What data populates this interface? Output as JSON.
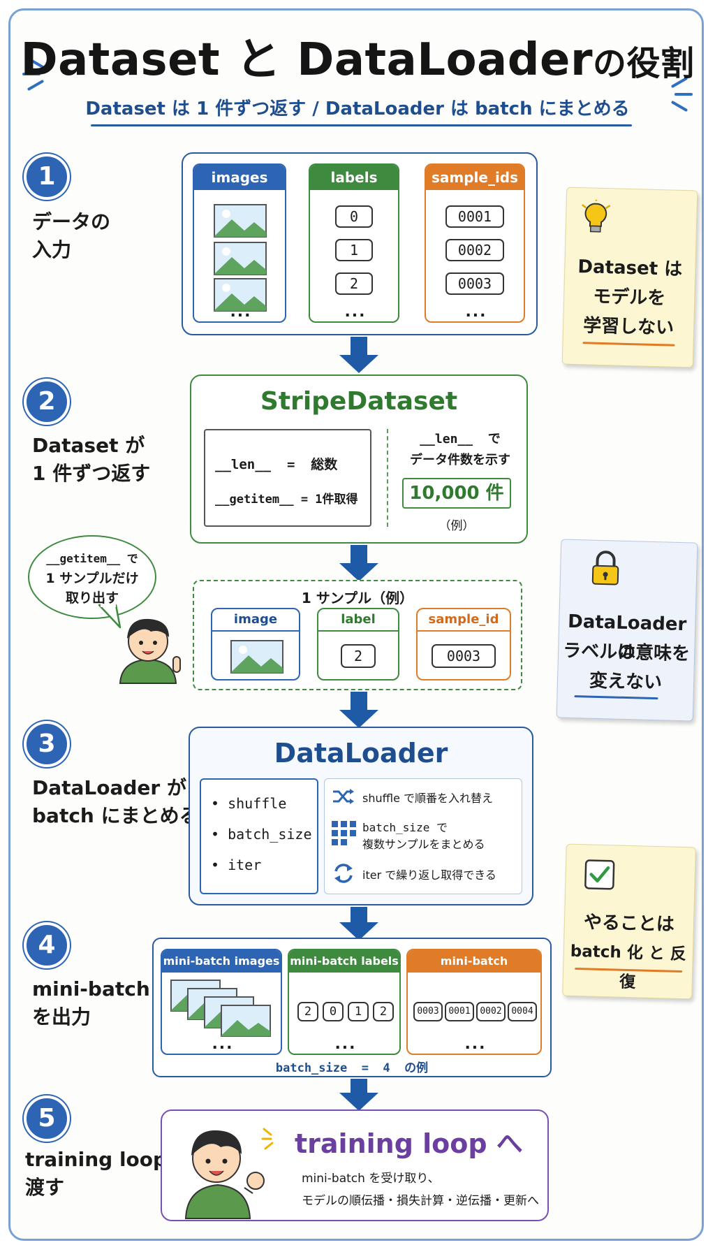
{
  "title": {
    "main": "Dataset と DataLoader",
    "suffix": "の役割"
  },
  "subtitle": "Dataset は 1 件ずつ返す / DataLoader は batch にまとめる",
  "steps": [
    {
      "num": "1",
      "label": "データの\n入力"
    },
    {
      "num": "2",
      "label": "Dataset が\n1 件ずつ返す"
    },
    {
      "num": "3",
      "label": "DataLoader が\nbatch にまとめる"
    },
    {
      "num": "4",
      "label": "mini-batch\nを出力"
    },
    {
      "num": "5",
      "label": "training loop へ\n渡す"
    }
  ],
  "input": {
    "images_header": "images",
    "labels_header": "labels",
    "ids_header": "sample_ids",
    "labels": [
      "0",
      "1",
      "2"
    ],
    "ids": [
      "0001",
      "0002",
      "0003"
    ],
    "ellipsis": "..."
  },
  "dataset": {
    "title": "StripeDataset",
    "len_line": "__len__  =  総数",
    "getitem_line": "__getitem__ = 1件取得",
    "side_line1": "__len__  で",
    "side_line2": "データ件数を示す",
    "count": "10,000 件",
    "example": "（例）"
  },
  "bubble": {
    "line1": "__getitem__ で",
    "line2": "1 サンプルだけ",
    "line3": "取り出す"
  },
  "sample": {
    "title": "1 サンプル（例）",
    "image_header": "image",
    "label_header": "label",
    "id_header": "sample_id",
    "label_value": "2",
    "id_value": "0003"
  },
  "dataloader": {
    "title": "DataLoader",
    "items": [
      "• shuffle",
      "• batch_size",
      "• iter"
    ],
    "desc_shuffle": "shuffle で順番を入れ替え",
    "desc_batch1": "batch_size で",
    "desc_batch2": "複数サンプルをまとめる",
    "desc_iter": "iter で繰り返し取得できる"
  },
  "minibatch": {
    "images_header": "mini-batch images",
    "labels_header": "mini-batch labels",
    "ids_header": "mini-batch sample_ids",
    "labels": [
      "2",
      "0",
      "1",
      "2"
    ],
    "ids": [
      "0003",
      "0001",
      "0002",
      "0004"
    ],
    "caption": "batch_size  =  4  の例",
    "ellipsis": "..."
  },
  "training": {
    "title": "training loop へ",
    "line1": "mini-batch を受け取り、",
    "line2": "モデルの順伝播・損失計算・逆伝播・更新へ"
  },
  "notes": {
    "n1": [
      "Dataset は",
      "モデルを",
      "学習しない"
    ],
    "n2": [
      "DataLoader は",
      "ラベルの意味を",
      "変えない"
    ],
    "n3": [
      "やることは",
      "batch 化 と 反復"
    ]
  },
  "colors": {
    "blue": "#2d64b3",
    "green": "#3e8a3e",
    "orange": "#e07b27",
    "purple": "#6b3fa0"
  }
}
